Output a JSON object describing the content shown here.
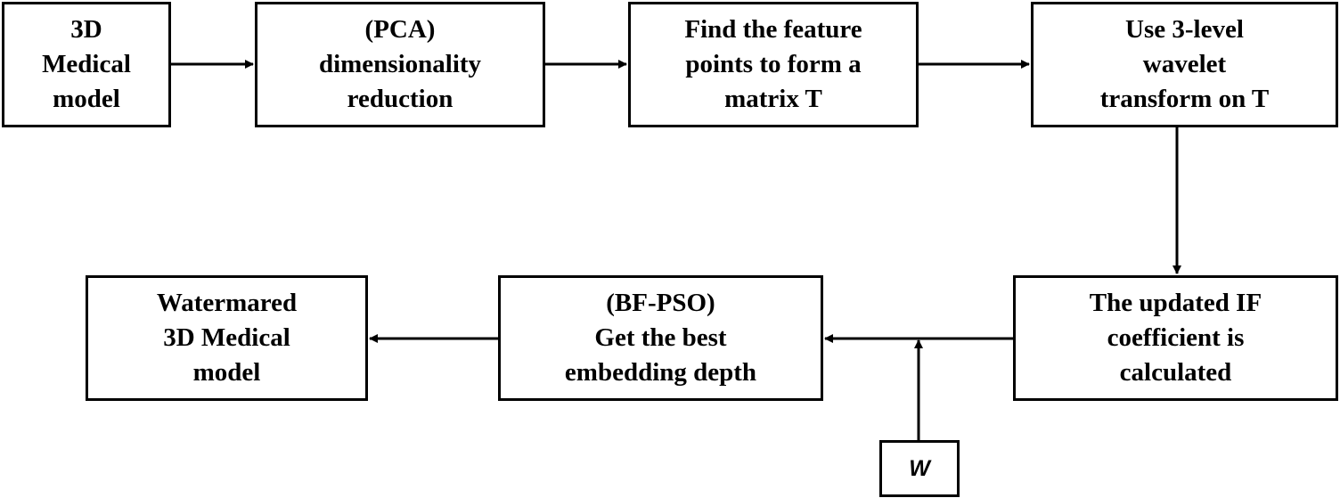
{
  "nodes": {
    "model_input": {
      "lines": [
        "3D",
        "Medical",
        "model"
      ]
    },
    "pca": {
      "lines": [
        "(PCA)",
        "dimensionality",
        "reduction"
      ]
    },
    "feature_points": {
      "lines": [
        "Find the feature",
        "points to form a",
        "matrix T"
      ]
    },
    "wavelet": {
      "lines": [
        "Use 3-level",
        "wavelet",
        "transform on T"
      ]
    },
    "if_coefficient": {
      "lines": [
        "The updated IF",
        "coefficient is",
        "calculated"
      ]
    },
    "bfpso": {
      "lines": [
        "(BF-PSO)",
        "Get the best",
        "embedding depth"
      ]
    },
    "watermarked_output": {
      "lines": [
        "Watermared",
        "3D Medical",
        "model"
      ]
    },
    "watermark": {
      "label": "W"
    }
  },
  "edges": [
    {
      "from": "model_input",
      "to": "pca"
    },
    {
      "from": "pca",
      "to": "feature_points"
    },
    {
      "from": "feature_points",
      "to": "wavelet"
    },
    {
      "from": "wavelet",
      "to": "if_coefficient"
    },
    {
      "from": "if_coefficient",
      "to": "bfpso"
    },
    {
      "from": "watermark",
      "to": "bfpso"
    },
    {
      "from": "bfpso",
      "to": "watermarked_output"
    }
  ]
}
